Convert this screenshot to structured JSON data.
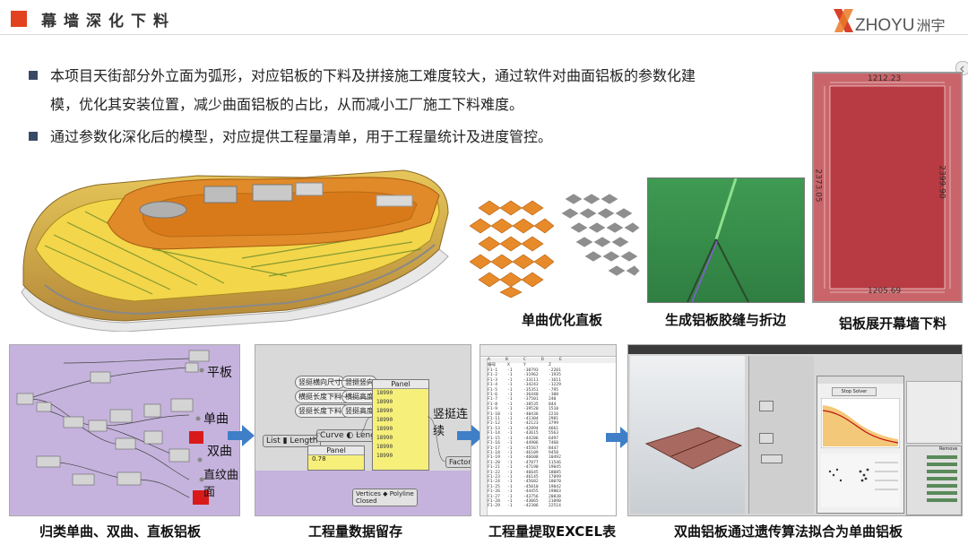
{
  "header": {
    "title": "幕墙深化下料",
    "logo_text": "ZHOYU",
    "logo_zh": "洲宇",
    "accent_color": "#e2421f"
  },
  "bullets": [
    {
      "text": "本项目天街部分外立面为弧形，对应铝板的下料及拼接施工难度较大，通过软件对曲面铝板的参数化建"
    },
    {
      "text": "模，优化其安装位置，减少曲面铝板的占比，从而减小工厂施工下料难度。"
    },
    {
      "text": "通过参数化深化后的模型，对应提供工程量清单，用于工程量统计及进度管控。"
    }
  ],
  "top_captions": {
    "panels": "单曲优化直板",
    "seam": "生成铝板胶缝与折边",
    "unfold": "铝板展开幕墙下料"
  },
  "unfold_dims": {
    "top": "1212.23",
    "bottom": "1205.69",
    "left": "2373.05",
    "right": "2399.90"
  },
  "bottom_captions": {
    "classify": "归类单曲、双曲、直板铝板",
    "store": "工程量数据留存",
    "excel": "工程量提取EXCEL表",
    "ga": "双曲铝板通过遗传算法拟合为单曲铝板"
  },
  "gh1_labels": [
    "平板",
    "单曲",
    "双曲",
    "直纹曲面"
  ],
  "gh2": {
    "panel_title": "Panel",
    "panel_values": [
      "18990",
      "18990",
      "18990",
      "18990",
      "18990",
      "18990",
      "18990",
      "18990"
    ],
    "panel2_title": "Panel",
    "panel2_value": "0.78",
    "list_label": "List",
    "length_label": "Length",
    "curve_label": "Curve",
    "length2_label": "Length",
    "vertices_label": "Vertices",
    "closed_label": "Closed",
    "polyline_label": "Polyline",
    "factor_label": "Factor",
    "cn_label": "竖挺连续",
    "tags": [
      "竖挺横向尺寸",
      "竖挺竖向",
      "横挺长度下料值",
      "横挺高度",
      "竖挺长度下料值",
      "竖挺高度"
    ]
  },
  "excel": {
    "cols": [
      "A",
      "B",
      "C",
      "D",
      "E"
    ],
    "header": [
      "编号",
      "X",
      "Y",
      "Z"
    ],
    "rows": [
      [
        "F1-1",
        "-1",
        "-30793",
        "-2201"
      ],
      [
        "F1-2",
        "-1",
        "-31962",
        "-1935"
      ],
      [
        "F1-3",
        "-1",
        "-33111",
        "-1611"
      ],
      [
        "F1-4",
        "-1",
        "-34243",
        "-1229"
      ],
      [
        "F1-5",
        "-1",
        "-35351",
        "-795"
      ],
      [
        "F1-6",
        "-1",
        "-36440",
        "-308"
      ],
      [
        "F1-7",
        "-1",
        "-37501",
        "240"
      ],
      [
        "F1-8",
        "-1",
        "-38535",
        "844"
      ],
      [
        "F1-9",
        "-1",
        "-39520",
        "1510"
      ],
      [
        "F1-10",
        "-1",
        "-40436",
        "2216"
      ],
      [
        "F1-11",
        "-1",
        "-41304",
        "2981"
      ],
      [
        "F1-12",
        "-1",
        "-42123",
        "3799"
      ],
      [
        "F1-13",
        "-1",
        "-42894",
        "4661"
      ],
      [
        "F1-14",
        "-1",
        "-43615",
        "5563"
      ],
      [
        "F1-15",
        "-1",
        "-44286",
        "6497"
      ],
      [
        "F1-16",
        "-1",
        "-44906",
        "7460"
      ],
      [
        "F1-17",
        "-1",
        "-45567",
        "8447"
      ],
      [
        "F1-18",
        "-1",
        "-46109",
        "9458"
      ],
      [
        "F1-19",
        "-1",
        "-46608",
        "10492"
      ],
      [
        "F1-20",
        "-1",
        "-47077",
        "11546"
      ],
      [
        "F1-21",
        "-1",
        "-47190",
        "19045"
      ],
      [
        "F1-22",
        "-1",
        "-46645",
        "18085"
      ],
      [
        "F1-23",
        "-1",
        "-46145",
        "17099"
      ],
      [
        "F1-24",
        "-1",
        "-45682",
        "18070"
      ],
      [
        "F1-25",
        "-1",
        "-45010",
        "19042"
      ],
      [
        "F1-26",
        "-1",
        "-44455",
        "19803"
      ],
      [
        "F1-27",
        "-1",
        "-43756",
        "20838"
      ],
      [
        "F1-28",
        "-1",
        "-43065",
        "21090"
      ],
      [
        "F1-29",
        "-1",
        "-42306",
        "22514"
      ]
    ]
  },
  "ga": {
    "stop_label": "Stop Solver",
    "remove_label": "Remove"
  }
}
